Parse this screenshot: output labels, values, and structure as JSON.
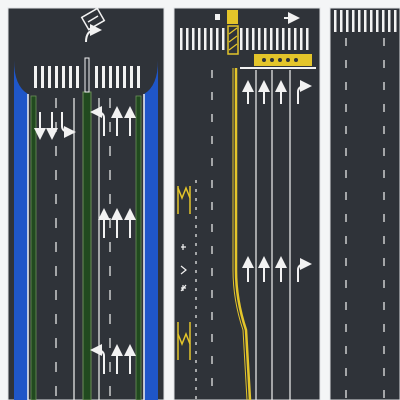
{
  "panels": [
    {
      "name": "road-plan-left",
      "markings": [
        "crosswalk",
        "left-turn-arrow",
        "straight-arrow",
        "median-strip",
        "bike-lane"
      ]
    },
    {
      "name": "road-plan-middle",
      "markings": [
        "crosswalk",
        "diagonal-hatch",
        "lane-arrows",
        "yellow-center-line",
        "yellow-text-box"
      ]
    },
    {
      "name": "road-plan-right",
      "markings": [
        "crosswalk",
        "dashed-lane-lines"
      ]
    }
  ],
  "colors": {
    "asphalt": "#2f3339",
    "bike_lane": "#1f56c8",
    "median": "#214a1f",
    "median_edge": "#6c8f59",
    "marking": "#f2f2f2",
    "yellow": "#e4c52a"
  }
}
